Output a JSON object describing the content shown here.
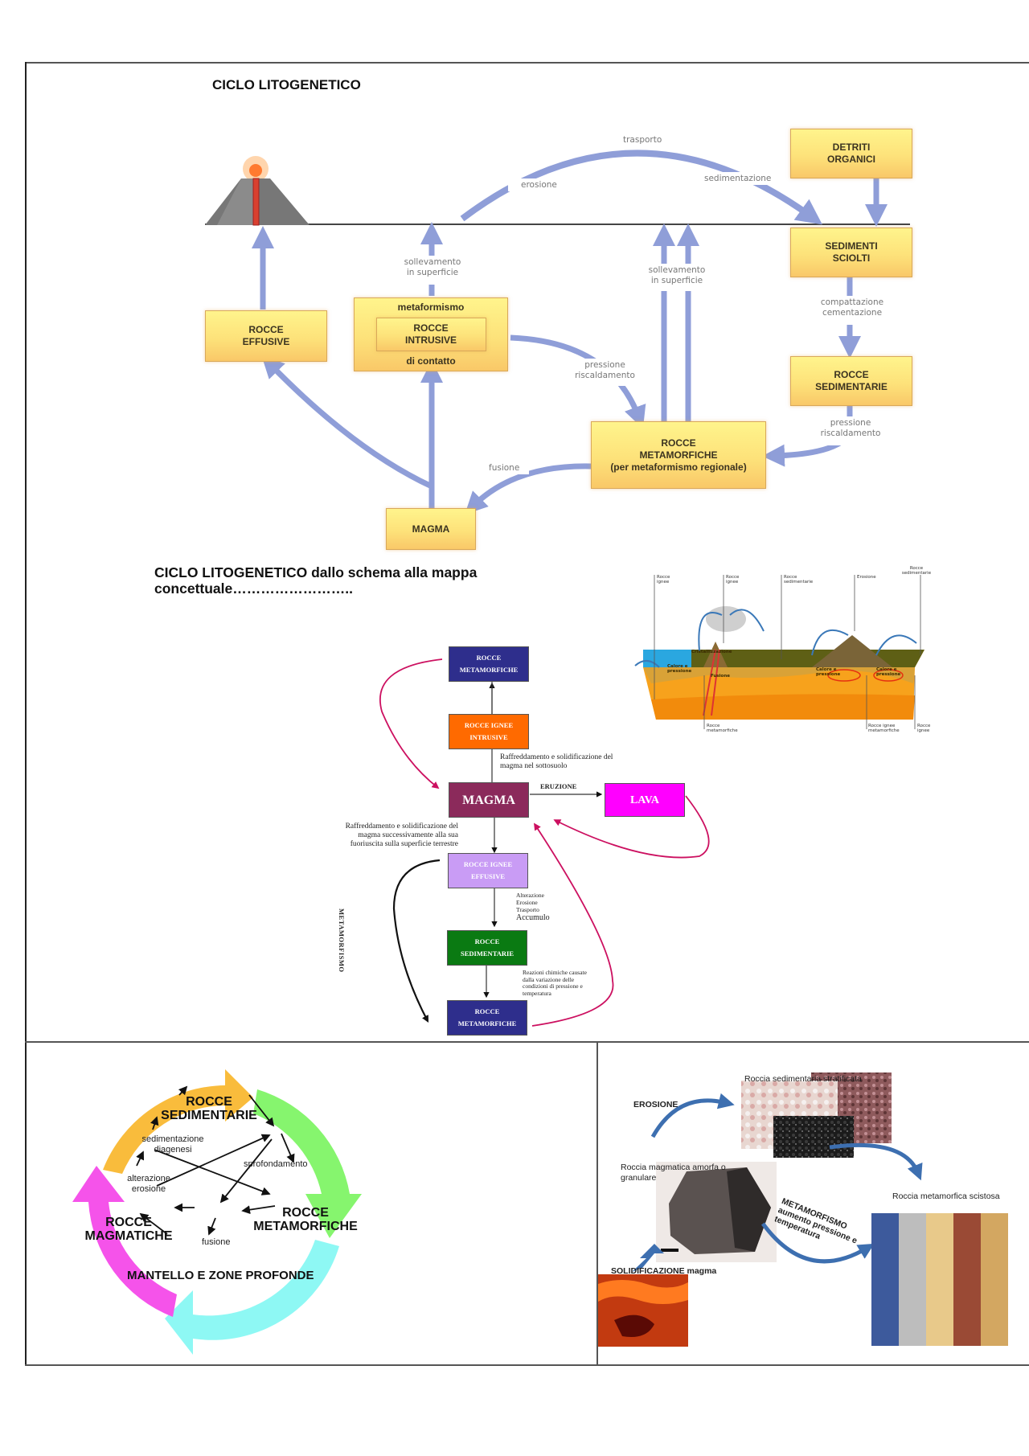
{
  "section1": {
    "title": "CICLO LITOGENETICO",
    "boxes": {
      "detriti_organici": [
        "DETRITI",
        "ORGANICI"
      ],
      "sedimenti_sciolti": [
        "SEDIMENTI",
        "SCIOLTI"
      ],
      "rocce_sedimentarie": [
        "ROCCE",
        "SEDIMENTARIE"
      ],
      "rocce_effusive": [
        "ROCCE",
        "EFFUSIVE"
      ],
      "rocce_intrusive_outer_top": "metaformismo",
      "rocce_intrusive": [
        "ROCCE",
        "INTRUSIVE"
      ],
      "rocce_intrusive_outer_bottom": "di contatto",
      "rocce_metamorfiche": [
        "ROCCE",
        "METAMORFICHE",
        "(per metaformismo regionale)"
      ],
      "magma": "MAGMA"
    },
    "labels": {
      "trasporto": "trasporto",
      "erosione": "erosione",
      "sedimentazione": "sedimentazione",
      "sollevamento_1": [
        "sollevamento",
        "in superficie"
      ],
      "sollevamento_2": [
        "sollevamento",
        "in superficie"
      ],
      "compattazione": [
        "compattazione",
        "cementazione"
      ],
      "pressione_1": [
        "pressione",
        "riscaldamento"
      ],
      "pressione_2": [
        "pressione",
        "riscaldamento"
      ],
      "fusione": "fusione"
    },
    "colors": {
      "arrow": "#8f9ed8",
      "box_border": "#d9a85a",
      "ground": "#444444"
    }
  },
  "section2": {
    "title_line1": "CICLO LITOGENETICO dallo schema alla mappa",
    "title_line2": "concettuale……………………..",
    "cross_section": {
      "top_labels": [
        "Rocce ignee",
        "Rocce ignee",
        "Rocce sedimentarie",
        "Erosione",
        "Rocce sedimentarie"
      ],
      "inner_labels": [
        "Cristallizzazione",
        "Calore e pressione",
        "Fusione",
        "Calore e pressione",
        "Calore e pressione"
      ],
      "bottom_labels": [
        "Rocce metamorfiche",
        "Rocce ignee metamorfiche",
        "Rocce ignee"
      ]
    },
    "concept_map": {
      "rocce_metamorfiche_top": [
        "ROCCE",
        "METAMORFICHE"
      ],
      "rocce_ignee_intrusive": [
        "ROCCE IGNEE",
        "INTRUSIVE"
      ],
      "magma": "MAGMA",
      "lava": "LAVA",
      "eruzione": "ERUZIONE",
      "rocce_ignee_effusive": [
        "ROCCE IGNEE",
        "EFFUSIVE"
      ],
      "rocce_sedimentarie": [
        "ROCCE",
        "SEDIMENTARIE"
      ],
      "rocce_metamorfiche_bottom": [
        "ROCCE",
        "METAMORFICHE"
      ],
      "note_intrusive": [
        "Raffreddamento e solidificazione del",
        "magma nel sottosuolo"
      ],
      "note_effusive": [
        "Raffreddamento e solidificazione del",
        "magma successivamente alla sua",
        "fuoriuscita sulla superficie terrestre"
      ],
      "note_sedimentary": [
        "Alterazione",
        "Erosione",
        "Trasporto",
        "Accumulo"
      ],
      "note_metamorphic": [
        "Reazioni chimiche causate",
        "dalla variazione delle",
        "condizioni di pressione e",
        "temperatura"
      ],
      "metamorfismo": "METAMORFISMO",
      "colors": {
        "metamorfiche": "#2e2e8c",
        "intrusive": "#ff6a00",
        "magma": "#8b2a5b",
        "lava": "#ff00ff",
        "effusive": "#c99cf5",
        "sedimentarie": "#0a7a12",
        "curve": "#cc1060"
      }
    }
  },
  "section3": {
    "cycle": {
      "sedimentarie": [
        "ROCCE",
        "SEDIMENTARIE"
      ],
      "metamorfiche": [
        "ROCCE",
        "METAMORFICHE"
      ],
      "magmatiche": [
        "ROCCE",
        "MAGMATICHE"
      ],
      "mantello": "MANTELLO E ZONE PROFONDE",
      "sedimentazione": [
        "sedimentazione",
        "diagenesi"
      ],
      "alterazione": [
        "alterazione",
        "erosione"
      ],
      "sprofondamento": "sprofondamento",
      "fusione": "fusione",
      "colors": {
        "orange": "#f9bc3c",
        "green": "#86f56e",
        "cyan": "#8ef8f4",
        "magenta": "#f553ea"
      }
    }
  },
  "section4": {
    "erosione": "EROSIONE",
    "sedimentaria_caption": "Roccia sedimentaria stratificata",
    "magmatica_caption": [
      "Roccia magmatica amorfa o",
      "granulare"
    ],
    "metamorfica_caption": "Roccia metamorfica scistosa",
    "metamorfismo": [
      "METAMORFISMO",
      "aumento pressione e",
      "temperatura"
    ],
    "solidificazione": "SOLIDIFICAZIONE magma",
    "colors": {
      "arrow": "#3d6fb0"
    }
  }
}
